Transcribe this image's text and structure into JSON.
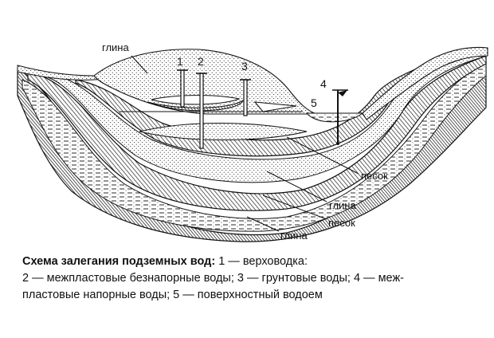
{
  "labels": {
    "clay_top": "глина",
    "sand_1": "песок",
    "clay_1": "глина",
    "sand_2": "песок",
    "clay_2": "глина"
  },
  "numbers": [
    "1",
    "2",
    "3",
    "4",
    "5"
  ],
  "caption": {
    "title": "Схема залегания подземных вод:",
    "line1": " 1 — верховодка:",
    "line2": "2 — межпластовые безнапорные воды; 3 — грунтовые воды; 4 — меж-",
    "line3": "пластовые напорные воды; 5 — поверхностный водоем"
  },
  "colors": {
    "ink": "#111111",
    "paper": "#ffffff"
  }
}
